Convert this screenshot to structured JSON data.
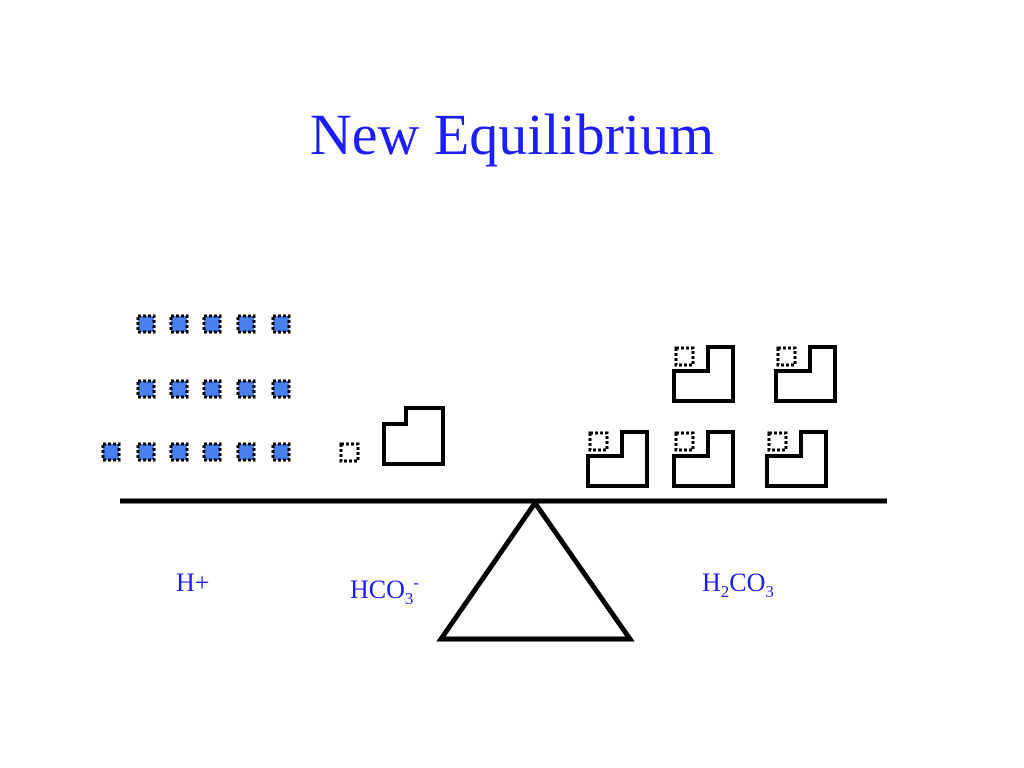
{
  "title": "New Equilibrium",
  "colors": {
    "title": "#1d1dfd",
    "hydrogen_ion": "#4a7ff0",
    "outline": "#000000"
  },
  "labels": {
    "h_plus": "H+",
    "bicarbonate": {
      "base": "HCO",
      "subscript": "3",
      "superscript": "-"
    },
    "carbonic_acid": {
      "part1": "H",
      "sub1": "2",
      "part2": "CO",
      "sub2": "3"
    }
  },
  "counts": {
    "h_plus_ions": 16,
    "bicarbonate_ions": 1,
    "carbonic_acid_molecules": 5
  }
}
